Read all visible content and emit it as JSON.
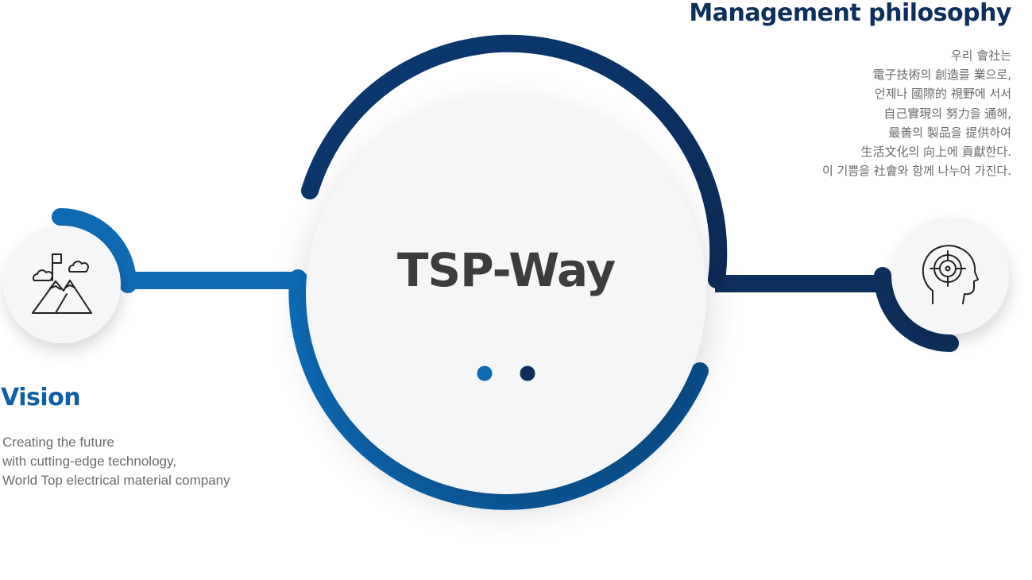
{
  "diagram": {
    "center_title": "TSP-Way",
    "colors": {
      "navy": "#0d2f5c",
      "blue": "#0f6ab4",
      "circle_fill": "#f4f6f7",
      "title_text": "#3d3d3d",
      "body_text": "#6b6b6b"
    },
    "management": {
      "heading": "Management philosophy",
      "icon": "head-target-icon",
      "lines": [
        "우리 會社는",
        "電子技術의 創造를 業으로,",
        "언제나 國際的 視野에 서서",
        "自己實現의 努力을 通해,",
        "最善의 製品을 提供하여",
        "生活文化의 向上에 貢獻한다.",
        "이 기쁨을 社會와 함께 나누어 가진다."
      ]
    },
    "vision": {
      "heading": "Vision",
      "icon": "mountain-flag-icon",
      "lines": [
        "Creating the future",
        "with cutting-edge technology,",
        "World Top electrical material company"
      ]
    }
  }
}
